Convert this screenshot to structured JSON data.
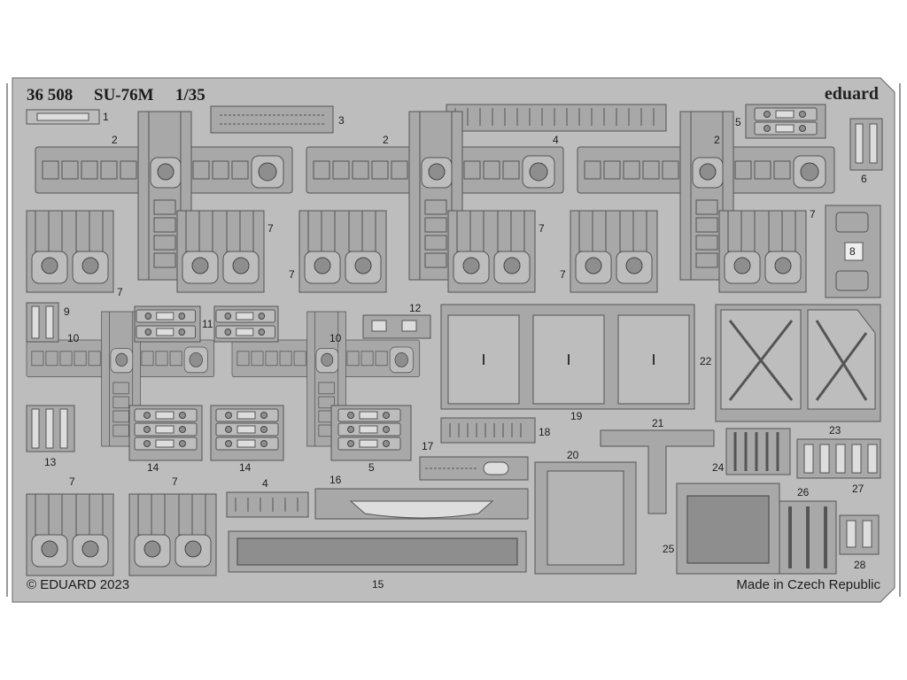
{
  "header": {
    "code": "36 508",
    "model": "SU-76M",
    "scale": "1/35",
    "brand": "eduard"
  },
  "footer": {
    "copyright": "© EDUARD 2023",
    "origin": "Made in Czech Republic"
  },
  "part_numbers": {
    "p1": "1",
    "p2": "2",
    "p3": "3",
    "p4": "4",
    "p5": "5",
    "p6": "6",
    "p7": "7",
    "p8": "8",
    "p9": "9",
    "p10": "10",
    "p11": "11",
    "p12": "12",
    "p13": "13",
    "p14": "14",
    "p15": "15",
    "p16": "16",
    "p17": "17",
    "p18": "18",
    "p19": "19",
    "p20": "20",
    "p21": "21",
    "p22": "22",
    "p23": "23",
    "p24": "24",
    "p25": "25",
    "p26": "26",
    "p27": "27",
    "p28": "28"
  },
  "colors": {
    "fret": "#bdbdbd",
    "part": "#a8a8a8",
    "outline": "#555555"
  }
}
